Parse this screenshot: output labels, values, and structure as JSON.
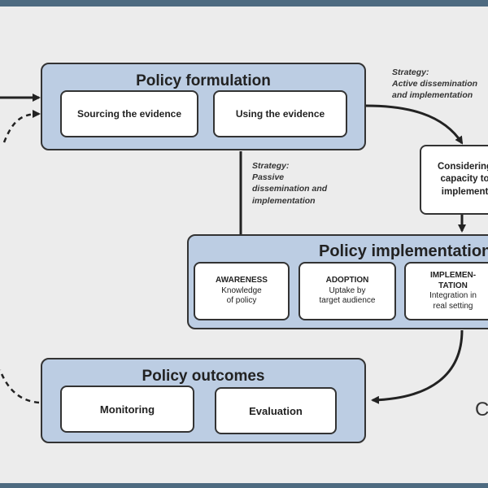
{
  "diagram": {
    "policy_formulation": {
      "title": "Policy formulation",
      "boxes": [
        "Sourcing the evidence",
        "Using the evidence"
      ]
    },
    "strategy_active": "Strategy:\nActive dissemination\nand implementation",
    "strategy_passive": "Strategy:\nPassive\ndissemination and\nimplementation",
    "considering_box": "Considering\ncapacity to\nimplement",
    "policy_implementation": {
      "title": "Policy implementation",
      "boxes": [
        {
          "heading": "AWARENESS",
          "body": "Knowledge\nof policy"
        },
        {
          "heading": "ADOPTION",
          "body": "Uptake by\ntarget audience"
        },
        {
          "heading": "IMPLEMEN-\nTATION",
          "body": "Integration in\nreal setting"
        }
      ]
    },
    "policy_outcomes": {
      "title": "Policy outcomes",
      "boxes": [
        "Monitoring",
        "Evaluation"
      ]
    },
    "side_label": "C",
    "colors": {
      "panel": "#bccde3",
      "frame": "#4d6a80",
      "background": "#ececec"
    }
  }
}
